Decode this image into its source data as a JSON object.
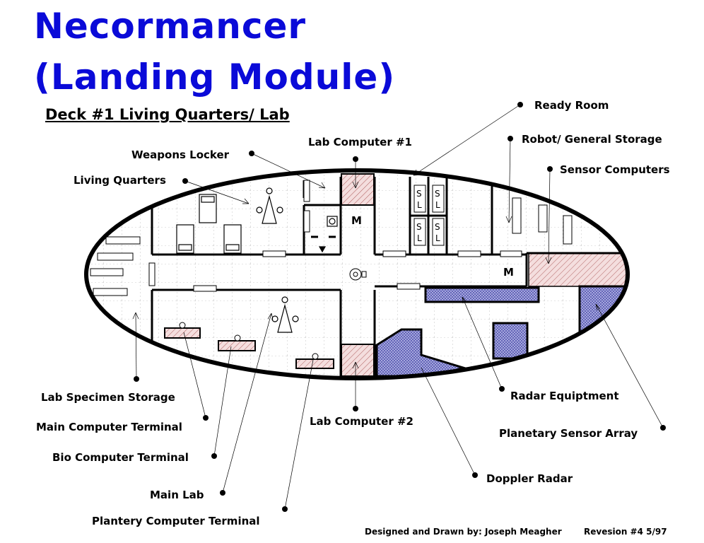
{
  "title": {
    "line1": "Necormancer",
    "line2": "(Landing Module)"
  },
  "subtitle": "Deck #1 Living Quarters/ Lab",
  "footer": {
    "credit": "Designed and Drawn by: Joseph Meagher",
    "revision": "Revesion #4  5/97"
  },
  "room_marks": {
    "m1": "M",
    "m2": "M",
    "sl": [
      "S",
      "L"
    ]
  },
  "callouts": [
    {
      "id": "ready-room",
      "label": "Ready Room"
    },
    {
      "id": "robot-storage",
      "label": "Robot/ General Storage"
    },
    {
      "id": "sensor-computers",
      "label": "Sensor Computers"
    },
    {
      "id": "lab-computer-1",
      "label": "Lab Computer #1"
    },
    {
      "id": "weapons-locker",
      "label": "Weapons Locker"
    },
    {
      "id": "living-quarters",
      "label": "Living Quarters"
    },
    {
      "id": "lab-specimen-storage",
      "label": "Lab Specimen Storage"
    },
    {
      "id": "main-computer-terminal",
      "label": "Main Computer Terminal"
    },
    {
      "id": "bio-computer-terminal",
      "label": "Bio Computer Terminal"
    },
    {
      "id": "main-lab",
      "label": "Main Lab"
    },
    {
      "id": "plantery-computer-terminal",
      "label": "Plantery Computer Terminal"
    },
    {
      "id": "lab-computer-2",
      "label": "Lab Computer #2"
    },
    {
      "id": "radar-equipment",
      "label": "Radar Equiptment"
    },
    {
      "id": "planetary-sensor-array",
      "label": "Planetary Sensor Array"
    },
    {
      "id": "doppler-radar",
      "label": "Doppler Radar"
    }
  ],
  "colors": {
    "title": "#0a0ad8",
    "hull": "#000000",
    "computer_fill": "#f2d6d6",
    "radar_fill": "#b9b9e6",
    "radar_stroke": "#1a1a80"
  }
}
